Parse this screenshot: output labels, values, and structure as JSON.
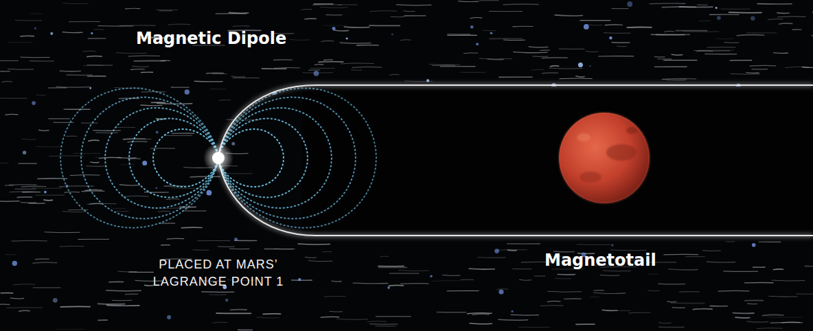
{
  "diagram": {
    "labels": [
      "Magnetic Dipole",
      "PLACED AT MARS’ LAGRANGE POINT 1",
      "Magnetotail"
    ]
  }
}
